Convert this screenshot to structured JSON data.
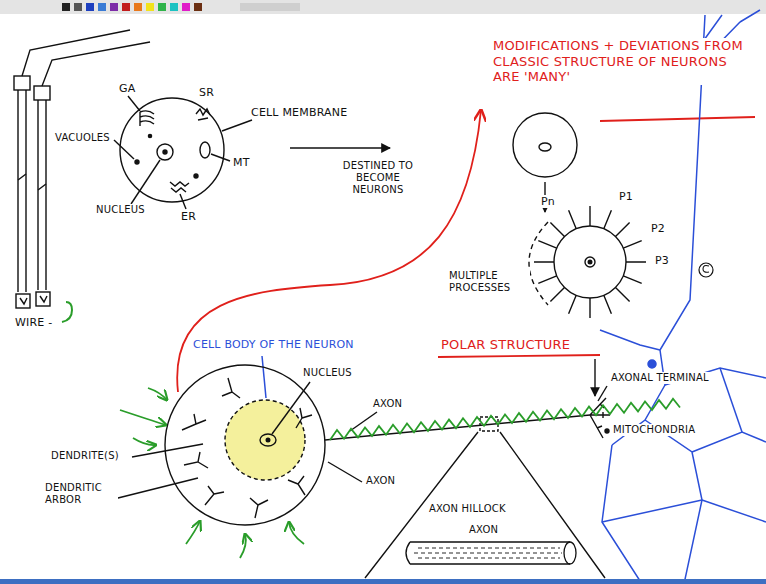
{
  "diagram": {
    "labels": [
      "GA",
      "SR",
      "MODIFICATIONS + DEVIATIONS FROM CLASSIC STRUCTURE OF NEURONS ARE 'MANY'",
      "CELL MEMBRANE",
      "VACUOLES",
      "MT",
      "DESTINED TO BECOME NEURONS",
      "NUCLEUS",
      "ER",
      "Pn",
      "P1",
      "P2",
      "P3",
      "MULTIPLE PROCESSES",
      "WIRE -",
      "CELL BODY OF THE NEURON",
      "POLAR STRUCTURE",
      "NUCLEUS",
      "AXONAL TERMINAL",
      "AXON",
      "MITOCHONDRIA",
      "DENDRITE(S)",
      "DENDRITIC ARBOR",
      "AXON",
      "AXON HILLOCK",
      "AXON"
    ]
  }
}
